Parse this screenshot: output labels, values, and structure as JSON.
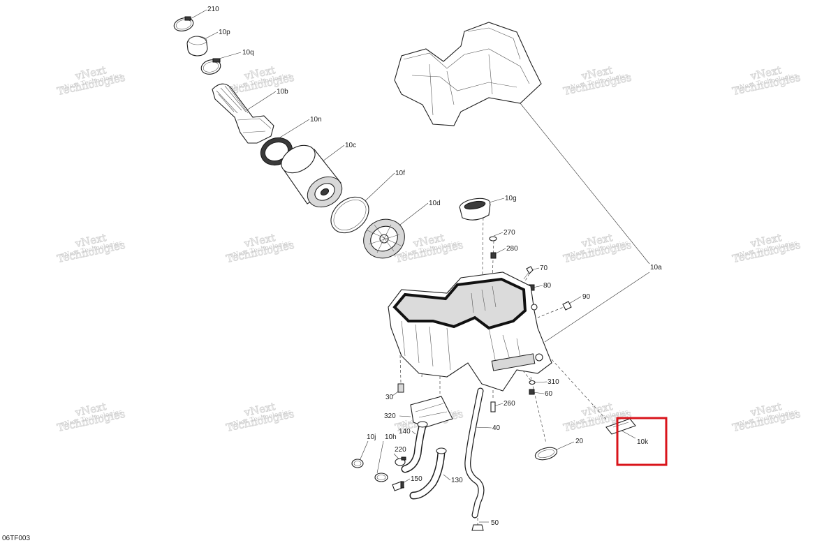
{
  "drawing_code": "06TF003",
  "watermark": {
    "line1": "vNext",
    "line2": "Technologies",
    "caption": "vNext Technologies"
  },
  "highlight_color": "#d9141b",
  "callouts": {
    "c210": "210",
    "c10p": "10p",
    "c10q": "10q",
    "c10b": "10b",
    "c10n": "10n",
    "c10c": "10c",
    "c10f": "10f",
    "c10d": "10d",
    "c10g": "10g",
    "c270": "270",
    "c280": "280",
    "c70": "70",
    "c80": "80",
    "c90": "90",
    "c10a": "10a",
    "c310": "310",
    "c60": "60",
    "c260": "260",
    "c30": "30",
    "c320": "320",
    "c40": "40",
    "c10j": "10j",
    "c10h": "10h",
    "c140": "140",
    "c220": "220",
    "c150": "150",
    "c130": "130",
    "c20": "20",
    "c10k": "10k",
    "c50": "50"
  }
}
